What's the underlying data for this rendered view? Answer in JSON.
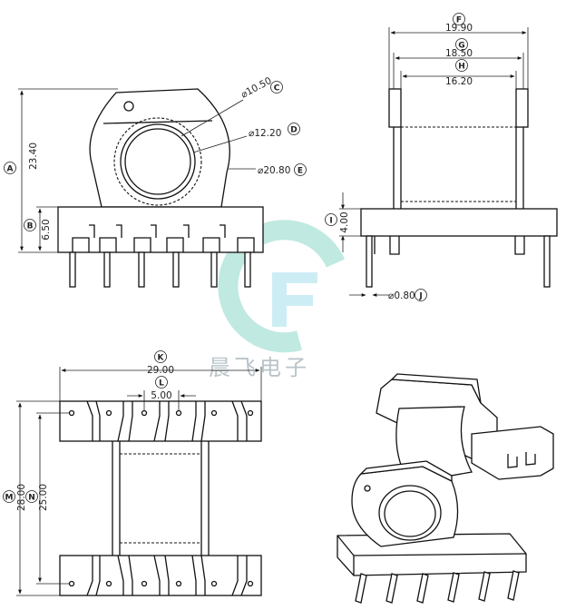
{
  "watermark": {
    "brand_text": "晨飞电子",
    "ring_color": "#7fd3c4",
    "ring_color_2": "#9bdcea"
  },
  "side_view": {
    "dims": {
      "c": {
        "tag": "C",
        "text": "⌀10.50"
      },
      "d": {
        "tag": "D",
        "text": "⌀12.20"
      },
      "e": {
        "tag": "E",
        "text": "⌀20.80"
      },
      "a": {
        "tag": "A",
        "text": "23.40"
      },
      "b": {
        "tag": "B",
        "text": "6.50"
      }
    }
  },
  "front_view": {
    "dims": {
      "f": {
        "tag": "F",
        "text": "19.90"
      },
      "g": {
        "tag": "G",
        "text": "18.50"
      },
      "h": {
        "tag": "H",
        "text": "16.20"
      },
      "i": {
        "tag": "I",
        "text": "4.00"
      },
      "j": {
        "tag": "J",
        "text": "⌀0.80"
      }
    }
  },
  "top_view": {
    "dims": {
      "k": {
        "tag": "K",
        "text": "29.00"
      },
      "l": {
        "tag": "L",
        "text": "5.00"
      },
      "m": {
        "tag": "M",
        "text": "28.00"
      },
      "n": {
        "tag": "N",
        "text": "25.00"
      }
    }
  }
}
